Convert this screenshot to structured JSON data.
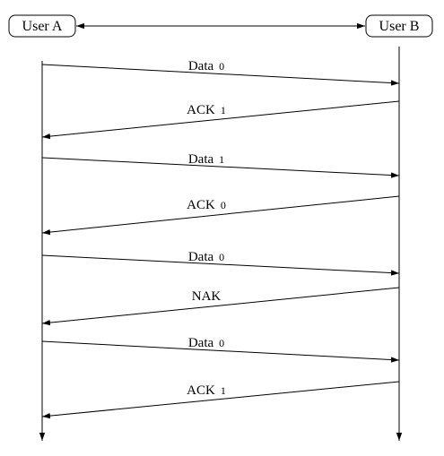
{
  "participants": {
    "a": "User A",
    "b": "User B"
  },
  "messages": [
    {
      "label": "Data",
      "sub": "0",
      "direction": "A→B"
    },
    {
      "label": "ACK",
      "sub": "1",
      "direction": "B→A"
    },
    {
      "label": "Data",
      "sub": "1",
      "direction": "A→B"
    },
    {
      "label": "ACK",
      "sub": "0",
      "direction": "B→A"
    },
    {
      "label": "Data",
      "sub": "0",
      "direction": "A→B"
    },
    {
      "label": "NAK",
      "sub": "",
      "direction": "B→A"
    },
    {
      "label": "Data",
      "sub": "0",
      "direction": "A→B"
    },
    {
      "label": "ACK",
      "sub": "1",
      "direction": "B→A"
    }
  ]
}
